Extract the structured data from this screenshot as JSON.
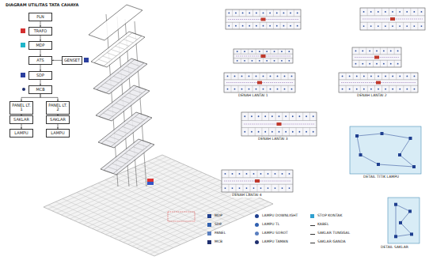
{
  "diagram": {
    "title": "DIAGRAM UTILITAS TATA CAHAYA",
    "nodes": [
      {
        "text": [
          "PLN"
        ]
      },
      {
        "text": [
          "TRAFO"
        ]
      },
      {
        "text": [
          "MDP"
        ]
      },
      {
        "text": [
          "ATS"
        ]
      },
      {
        "text": [
          "GENSET"
        ]
      },
      {
        "text": [
          "SDP"
        ]
      },
      {
        "text": [
          "MCB"
        ]
      },
      {
        "text": [
          "PANEL LT. 1"
        ]
      },
      {
        "text": [
          "SAKLAR"
        ]
      },
      {
        "text": [
          "LAMPU"
        ]
      },
      {
        "text": [
          "PANEL LT. 2"
        ]
      },
      {
        "text": [
          "SAKLAR"
        ]
      },
      {
        "text": [
          "LAMPU"
        ]
      }
    ],
    "edges": [
      {
        "from": 0,
        "to": 1,
        "arrow": "to"
      },
      {
        "from": 1,
        "to": 2,
        "arrow": "to"
      },
      {
        "from": 2,
        "to": 3,
        "arrow": "to"
      },
      {
        "from": 4,
        "to": 3,
        "arrow": "to"
      },
      {
        "from": 3,
        "to": 5,
        "arrow": "to"
      },
      {
        "from": 5,
        "to": 6,
        "arrow": "to"
      },
      {
        "from": 6,
        "to": 7,
        "arrow": "to"
      },
      {
        "from": 6,
        "to": 10,
        "arrow": "to"
      },
      {
        "from": 7,
        "to": 8,
        "arrow": "to"
      },
      {
        "from": 8,
        "to": 9,
        "arrow": "to"
      },
      {
        "from": 10,
        "to": 11,
        "arrow": "to"
      },
      {
        "from": 11,
        "to": 12,
        "arrow": "to"
      }
    ],
    "labels": [
      "DENAH LANTAI 1",
      "DENAH LANTAI 2",
      "DENAH LANTAI 3",
      "DETAIL TITIK LAMPU",
      "DENAH LANTAI 4",
      "DETAIL SAKLAR"
    ],
    "legend": [
      {
        "text": "MDP",
        "color": "#1f3f8f"
      },
      {
        "text": "SDP",
        "color": "#3060b0"
      },
      {
        "text": "PANEL",
        "color": "#5a7fc0"
      },
      {
        "text": "MCB",
        "color": "#1f2f6f"
      },
      {
        "text": "LAMPU DOWNLIGHT",
        "color": "#1f3f8f"
      },
      {
        "text": "LAMPU TL",
        "color": "#3060b0"
      },
      {
        "text": "LAMPU SOROT",
        "color": "#5a7fc0"
      },
      {
        "text": "LAMPU TAMAN",
        "color": "#1f2f6f"
      },
      {
        "text": "STOP KONTAK",
        "color": "#2fa0d0"
      },
      {
        "text": "KABEL"
      },
      {
        "text": "SAKLAR TUNGGAL"
      },
      {
        "text": "SAKLAR GANDA"
      }
    ]
  }
}
